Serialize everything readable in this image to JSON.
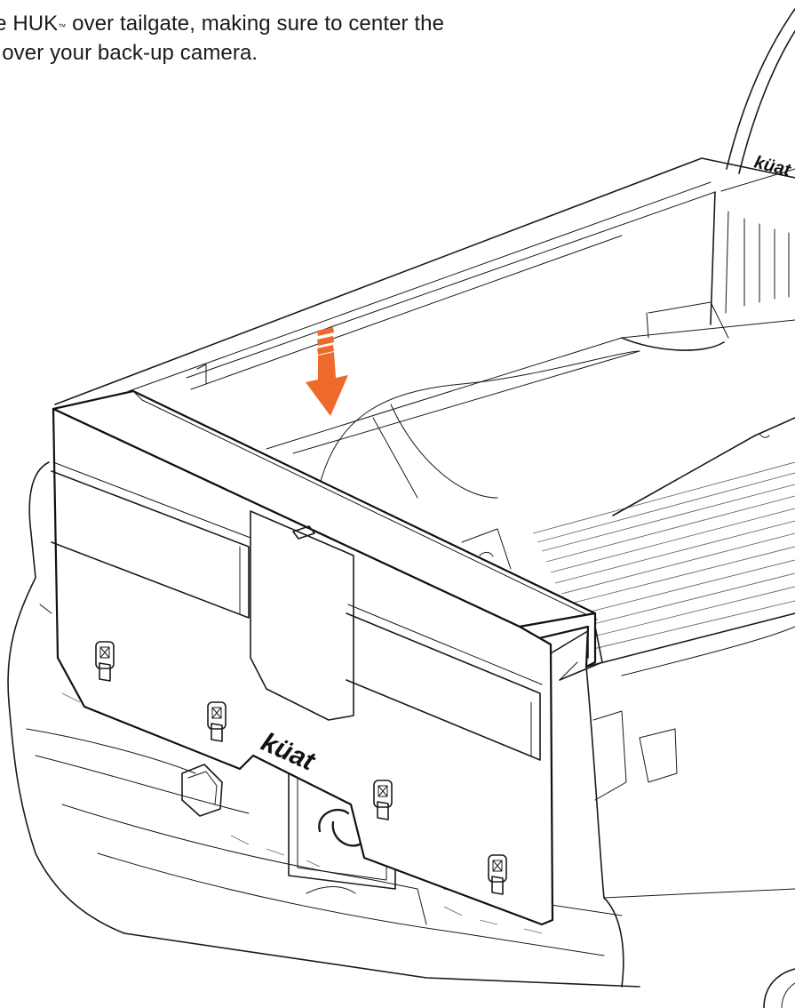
{
  "instruction": {
    "line1_prefix": "ce HUK",
    "trademark": "™",
    "line1_suffix": " over tailgate, making sure to center the",
    "line2": "d over your back-up camera."
  },
  "brand": {
    "panel_logo": "küat",
    "window_logo": "küat"
  },
  "colors": {
    "arrow": "#ee6a2b",
    "line_art": "#1a1a1a"
  },
  "icons": {
    "arrow": "down-arrow-icon",
    "strap": "strap-buckle-icon",
    "license_logo": "kuat-k-logo-icon"
  }
}
